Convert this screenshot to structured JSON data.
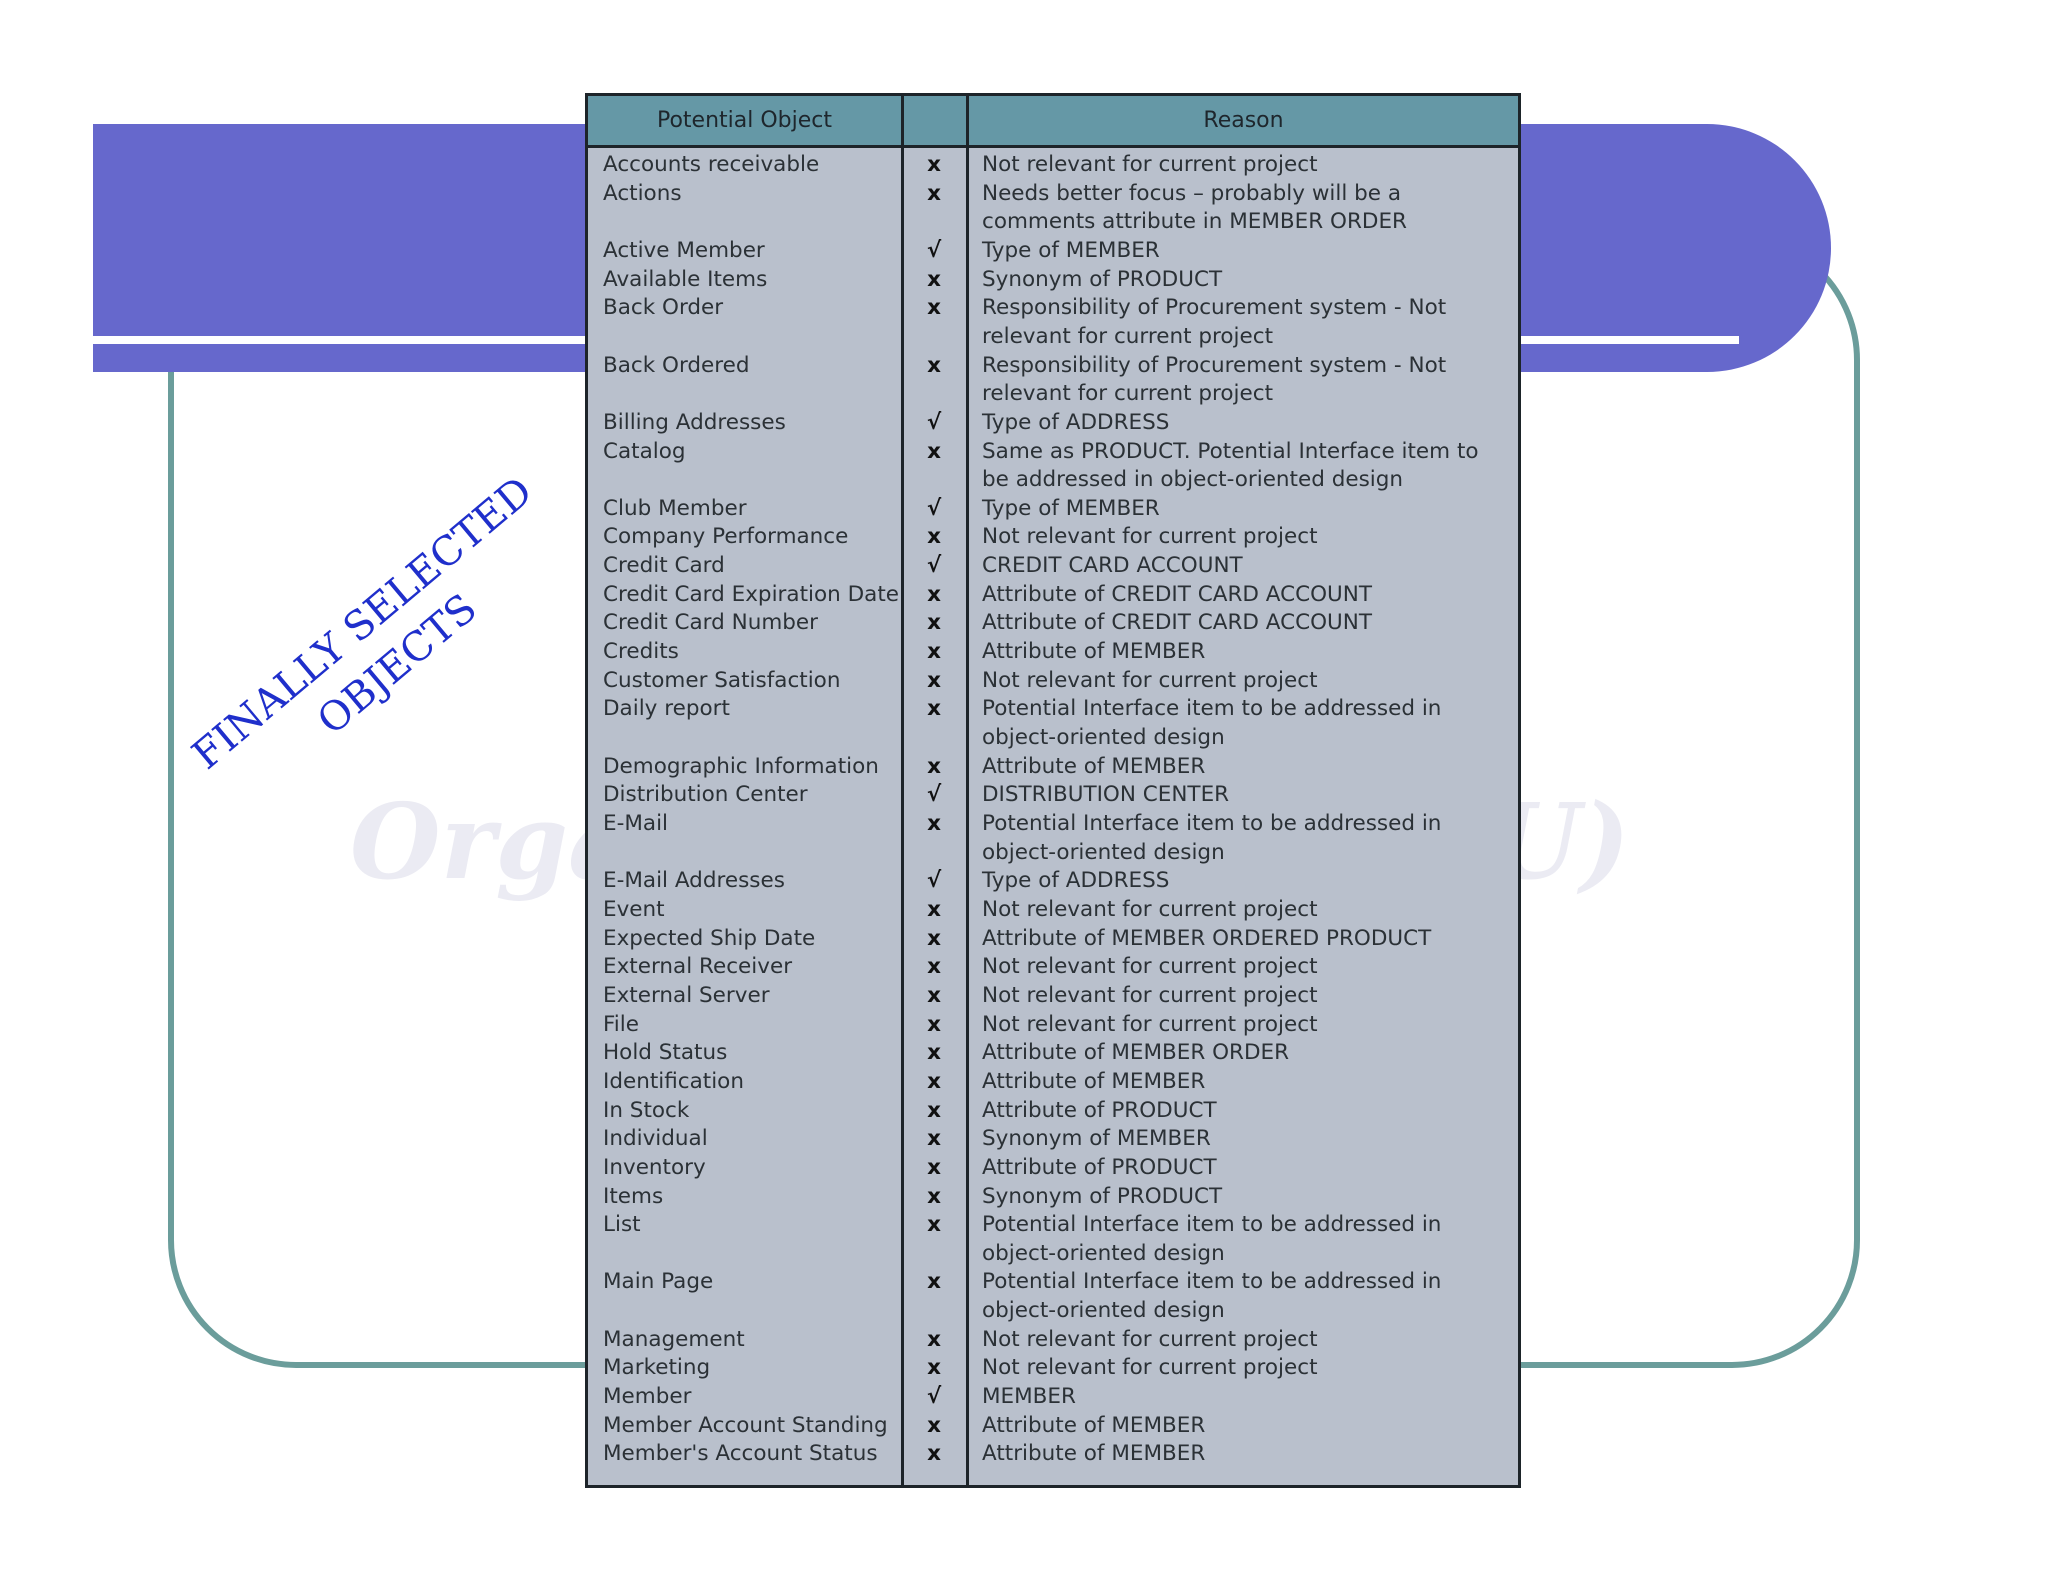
{
  "slide": {
    "title_diagonal_line1": "FINALLY SELECTED",
    "title_diagonal_line2": "OBJECTS",
    "watermark_left": "Orga",
    "watermark_right": "U)"
  },
  "colors": {
    "band": "#6668cc",
    "frame": "#6b9d9b",
    "table_header": "#6598a6",
    "table_body": "#b9c0cc",
    "title": "#1f2fcb"
  },
  "table": {
    "headers": [
      "Potential Object",
      "",
      "Reason"
    ],
    "rows": [
      {
        "object": "Accounts receivable",
        "mark": "x",
        "reason": "Not relevant for current project"
      },
      {
        "object": "Actions",
        "mark": "x",
        "reason": "Needs better focus – probably will be a comments attribute in MEMBER ORDER"
      },
      {
        "object": "Active Member",
        "mark": "√",
        "reason": "Type of MEMBER"
      },
      {
        "object": "Available Items",
        "mark": "x",
        "reason": "Synonym of PRODUCT"
      },
      {
        "object": "Back Order",
        "mark": "x",
        "reason": "Responsibility of Procurement system - Not relevant for current project"
      },
      {
        "object": "Back Ordered",
        "mark": "x",
        "reason": "Responsibility of Procurement system - Not relevant for current project"
      },
      {
        "object": "Billing Addresses",
        "mark": "√",
        "reason": "Type of ADDRESS"
      },
      {
        "object": "Catalog",
        "mark": "x",
        "reason": "Same as PRODUCT. Potential Interface item to be addressed in object-oriented design"
      },
      {
        "object": "Club Member",
        "mark": "√",
        "reason": "Type of MEMBER"
      },
      {
        "object": "Company Performance",
        "mark": "x",
        "reason": "Not relevant for current project"
      },
      {
        "object": "Credit Card",
        "mark": "√",
        "reason": "CREDIT CARD ACCOUNT"
      },
      {
        "object": "Credit Card Expiration Date",
        "mark": "x",
        "reason": "Attribute of CREDIT CARD ACCOUNT"
      },
      {
        "object": "Credit Card Number",
        "mark": "x",
        "reason": "Attribute of CREDIT CARD ACCOUNT"
      },
      {
        "object": "Credits",
        "mark": "x",
        "reason": "Attribute of MEMBER"
      },
      {
        "object": "Customer Satisfaction",
        "mark": "x",
        "reason": "Not relevant for current project"
      },
      {
        "object": "Daily report",
        "mark": "x",
        "reason": "Potential Interface item to be addressed in object-oriented design"
      },
      {
        "object": "Demographic Information",
        "mark": "x",
        "reason": "Attribute of MEMBER"
      },
      {
        "object": "Distribution Center",
        "mark": "√",
        "reason": "DISTRIBUTION CENTER"
      },
      {
        "object": "E-Mail",
        "mark": "x",
        "reason": "Potential Interface item to be addressed in object-oriented design"
      },
      {
        "object": "E-Mail Addresses",
        "mark": "√",
        "reason": "Type of ADDRESS"
      },
      {
        "object": "Event",
        "mark": "x",
        "reason": "Not relevant for current project"
      },
      {
        "object": "Expected Ship Date",
        "mark": "x",
        "reason": "Attribute of MEMBER ORDERED PRODUCT"
      },
      {
        "object": "External Receiver",
        "mark": "x",
        "reason": "Not relevant for current project"
      },
      {
        "object": "External Server",
        "mark": "x",
        "reason": "Not relevant for current project"
      },
      {
        "object": "File",
        "mark": "x",
        "reason": "Not relevant for current project"
      },
      {
        "object": "Hold Status",
        "mark": "x",
        "reason": "Attribute of MEMBER ORDER"
      },
      {
        "object": "Identification",
        "mark": "x",
        "reason": "Attribute of MEMBER"
      },
      {
        "object": "In Stock",
        "mark": "x",
        "reason": "Attribute of PRODUCT"
      },
      {
        "object": "Individual",
        "mark": "x",
        "reason": "Synonym of MEMBER"
      },
      {
        "object": "Inventory",
        "mark": "x",
        "reason": "Attribute of PRODUCT"
      },
      {
        "object": "Items",
        "mark": "x",
        "reason": "Synonym of PRODUCT"
      },
      {
        "object": "List",
        "mark": "x",
        "reason": "Potential Interface item to be addressed in object-oriented design"
      },
      {
        "object": "Main Page",
        "mark": "x",
        "reason": "Potential Interface item to be addressed in object-oriented design"
      },
      {
        "object": "Management",
        "mark": "x",
        "reason": "Not relevant for current project"
      },
      {
        "object": "Marketing",
        "mark": "x",
        "reason": "Not relevant for current project"
      },
      {
        "object": "Member",
        "mark": "√",
        "reason": "MEMBER"
      },
      {
        "object": "Member Account Standing",
        "mark": "x",
        "reason": "Attribute of MEMBER"
      },
      {
        "object": "Member's Account Status",
        "mark": "x",
        "reason": "Attribute of MEMBER"
      }
    ]
  }
}
